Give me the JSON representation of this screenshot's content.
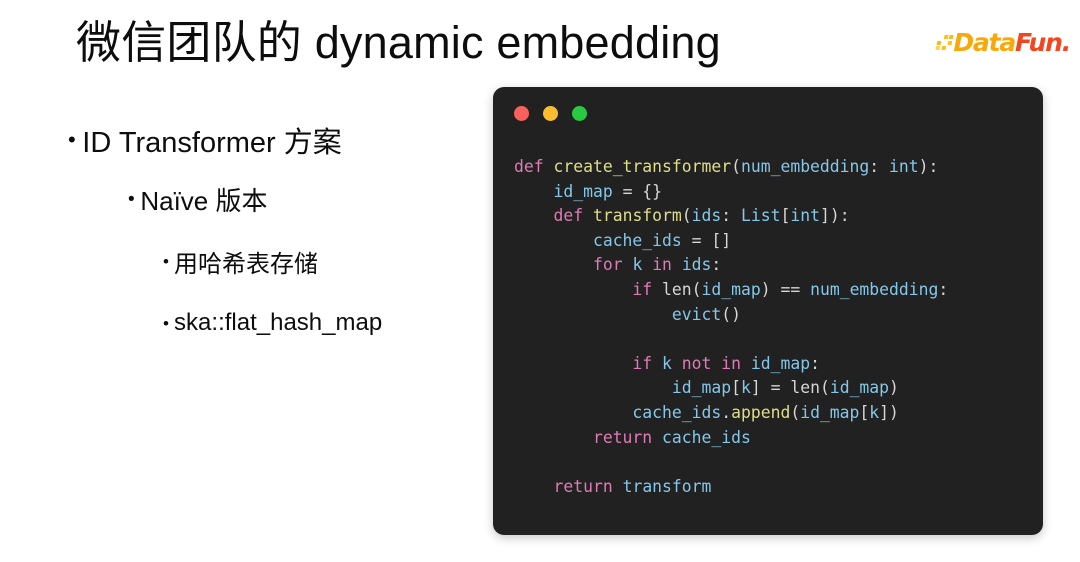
{
  "slide": {
    "title": "微信团队的 dynamic embedding",
    "logo": {
      "word_primary": "Data",
      "word_secondary": "Fun",
      "word_period": ".",
      "primary_color": "#f9a80a",
      "secondary_color": "#f4451f"
    },
    "bullets": [
      {
        "level": 1,
        "marker": "•",
        "text": "ID Transformer 方案"
      },
      {
        "level": 2,
        "marker": "•",
        "text": "Naïve 版本"
      },
      {
        "level": 3,
        "marker": "•",
        "text": "用哈希表存储"
      },
      {
        "level": 3,
        "marker": "•",
        "text": "ska::flat_hash_map"
      }
    ]
  },
  "code_window": {
    "background_color": "#212121",
    "traffic_lights": [
      {
        "name": "close",
        "color": "#f9615c"
      },
      {
        "name": "minimize",
        "color": "#f9bd2e"
      },
      {
        "name": "zoom",
        "color": "#27ca40"
      }
    ],
    "language": "python",
    "lines": [
      [
        {
          "t": "def",
          "c": "kw"
        },
        {
          "t": " ",
          "c": "punc"
        },
        {
          "t": "create_transformer",
          "c": "fn"
        },
        {
          "t": "(",
          "c": "punc"
        },
        {
          "t": "num_embedding",
          "c": "var"
        },
        {
          "t": ": ",
          "c": "punc"
        },
        {
          "t": "int",
          "c": "type"
        },
        {
          "t": "):",
          "c": "punc"
        }
      ],
      [
        {
          "t": "    ",
          "c": "punc"
        },
        {
          "t": "id_map",
          "c": "var"
        },
        {
          "t": " = {}",
          "c": "op"
        }
      ],
      [
        {
          "t": "    ",
          "c": "punc"
        },
        {
          "t": "def",
          "c": "kw"
        },
        {
          "t": " ",
          "c": "punc"
        },
        {
          "t": "transform",
          "c": "fn"
        },
        {
          "t": "(",
          "c": "punc"
        },
        {
          "t": "ids",
          "c": "var"
        },
        {
          "t": ": ",
          "c": "punc"
        },
        {
          "t": "List",
          "c": "type"
        },
        {
          "t": "[",
          "c": "punc"
        },
        {
          "t": "int",
          "c": "type"
        },
        {
          "t": "]):",
          "c": "punc"
        }
      ],
      [
        {
          "t": "        ",
          "c": "punc"
        },
        {
          "t": "cache_ids",
          "c": "var"
        },
        {
          "t": " = []",
          "c": "op"
        }
      ],
      [
        {
          "t": "        ",
          "c": "punc"
        },
        {
          "t": "for",
          "c": "kw"
        },
        {
          "t": " ",
          "c": "punc"
        },
        {
          "t": "k",
          "c": "var"
        },
        {
          "t": " ",
          "c": "punc"
        },
        {
          "t": "in",
          "c": "kw"
        },
        {
          "t": " ",
          "c": "punc"
        },
        {
          "t": "ids",
          "c": "var"
        },
        {
          "t": ":",
          "c": "punc"
        }
      ],
      [
        {
          "t": "            ",
          "c": "punc"
        },
        {
          "t": "if",
          "c": "kw"
        },
        {
          "t": " ",
          "c": "punc"
        },
        {
          "t": "len",
          "c": "builtin"
        },
        {
          "t": "(",
          "c": "punc"
        },
        {
          "t": "id_map",
          "c": "var"
        },
        {
          "t": ") == ",
          "c": "op"
        },
        {
          "t": "num_embedding",
          "c": "var"
        },
        {
          "t": ":",
          "c": "punc"
        }
      ],
      [
        {
          "t": "                ",
          "c": "punc"
        },
        {
          "t": "evict",
          "c": "var"
        },
        {
          "t": "()",
          "c": "punc"
        }
      ],
      [],
      [
        {
          "t": "            ",
          "c": "punc"
        },
        {
          "t": "if",
          "c": "kw"
        },
        {
          "t": " ",
          "c": "punc"
        },
        {
          "t": "k",
          "c": "var"
        },
        {
          "t": " ",
          "c": "punc"
        },
        {
          "t": "not",
          "c": "kw"
        },
        {
          "t": " ",
          "c": "punc"
        },
        {
          "t": "in",
          "c": "kw"
        },
        {
          "t": " ",
          "c": "punc"
        },
        {
          "t": "id_map",
          "c": "var"
        },
        {
          "t": ":",
          "c": "punc"
        }
      ],
      [
        {
          "t": "                ",
          "c": "punc"
        },
        {
          "t": "id_map",
          "c": "var"
        },
        {
          "t": "[",
          "c": "punc"
        },
        {
          "t": "k",
          "c": "var"
        },
        {
          "t": "] = ",
          "c": "op"
        },
        {
          "t": "len",
          "c": "builtin"
        },
        {
          "t": "(",
          "c": "punc"
        },
        {
          "t": "id_map",
          "c": "var"
        },
        {
          "t": ")",
          "c": "punc"
        }
      ],
      [
        {
          "t": "            ",
          "c": "punc"
        },
        {
          "t": "cache_ids",
          "c": "var"
        },
        {
          "t": ".",
          "c": "punc"
        },
        {
          "t": "append",
          "c": "fn"
        },
        {
          "t": "(",
          "c": "punc"
        },
        {
          "t": "id_map",
          "c": "var"
        },
        {
          "t": "[",
          "c": "punc"
        },
        {
          "t": "k",
          "c": "var"
        },
        {
          "t": "])",
          "c": "punc"
        }
      ],
      [
        {
          "t": "        ",
          "c": "punc"
        },
        {
          "t": "return",
          "c": "kw"
        },
        {
          "t": " ",
          "c": "punc"
        },
        {
          "t": "cache_ids",
          "c": "var"
        }
      ],
      [],
      [
        {
          "t": "    ",
          "c": "punc"
        },
        {
          "t": "return",
          "c": "kw"
        },
        {
          "t": " ",
          "c": "punc"
        },
        {
          "t": "transform",
          "c": "var"
        }
      ]
    ]
  }
}
